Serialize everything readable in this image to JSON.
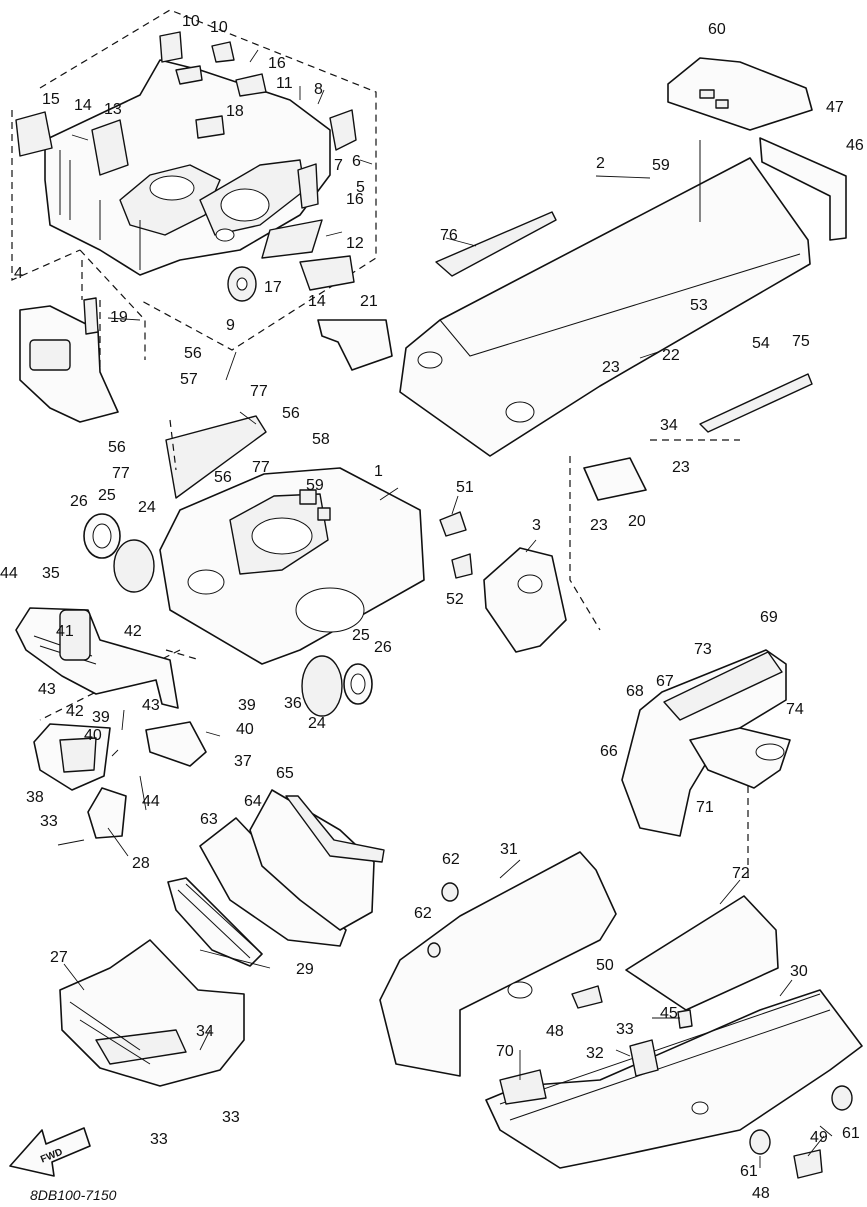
{
  "diagram": {
    "caption": "8DB100-7150",
    "fwd_label": "FWD",
    "callouts": {
      "c1": "1",
      "c2": "2",
      "c3": "3",
      "c4": "4",
      "c5": "5",
      "c6": "6",
      "c7": "7",
      "c8": "8",
      "c9": "9",
      "c10a": "10",
      "c10b": "10",
      "c11": "11",
      "c12": "12",
      "c13": "13",
      "c14a": "14",
      "c14b": "14",
      "c15": "15",
      "c16a": "16",
      "c16b": "16",
      "c17": "17",
      "c18": "18",
      "c19": "19",
      "c20": "20",
      "c21": "21",
      "c22": "22",
      "c23a": "23",
      "c23b": "23",
      "c23c": "23",
      "c24a": "24",
      "c24b": "24",
      "c25a": "25",
      "c25b": "25",
      "c26a": "26",
      "c26b": "26",
      "c27": "27",
      "c28": "28",
      "c29": "29",
      "c30": "30",
      "c31": "31",
      "c32": "32",
      "c33a": "33",
      "c33b": "33",
      "c33c": "33",
      "c33d": "33",
      "c34a": "34",
      "c34b": "34",
      "c35": "35",
      "c36": "36",
      "c37": "37",
      "c38": "38",
      "c39a": "39",
      "c39b": "39",
      "c40a": "40",
      "c40b": "40",
      "c41": "41",
      "c42a": "42",
      "c42b": "42",
      "c43a": "43",
      "c43b": "43",
      "c44a": "44",
      "c44b": "44",
      "c45": "45",
      "c46": "46",
      "c47": "47",
      "c48a": "48",
      "c48b": "48",
      "c49": "49",
      "c50": "50",
      "c51": "51",
      "c52": "52",
      "c53": "53",
      "c54": "54",
      "c56a": "56",
      "c56b": "56",
      "c56c": "56",
      "c56d": "56",
      "c57": "57",
      "c58": "58",
      "c59a": "59",
      "c59b": "59",
      "c60": "60",
      "c61a": "61",
      "c61b": "61",
      "c62a": "62",
      "c62b": "62",
      "c63": "63",
      "c64": "64",
      "c65": "65",
      "c66": "66",
      "c67": "67",
      "c68": "68",
      "c69": "69",
      "c70": "70",
      "c71": "71",
      "c72": "72",
      "c73": "73",
      "c74": "74",
      "c75": "75",
      "c76": "76",
      "c77a": "77",
      "c77b": "77",
      "c77c": "77"
    }
  }
}
